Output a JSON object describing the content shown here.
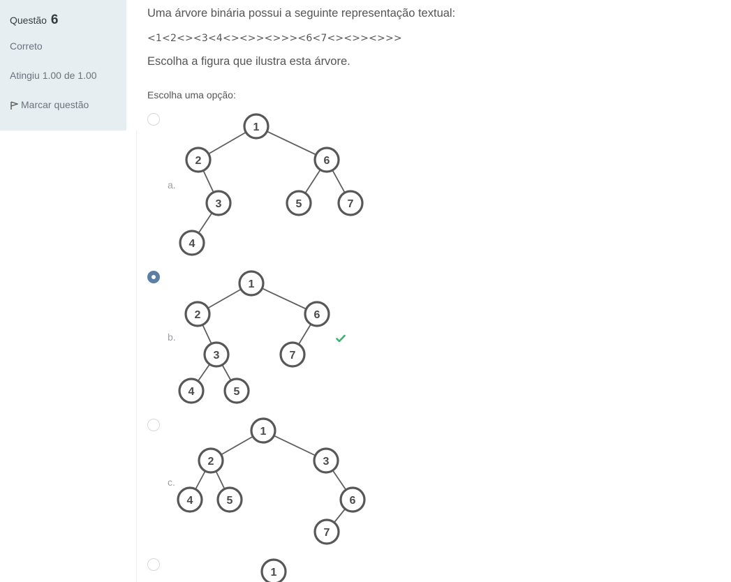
{
  "info": {
    "question_label": "Questão",
    "question_number": "6",
    "state": "Correto",
    "grade": "Atingiu 1.00 de 1.00",
    "flag_label": "Marcar questão"
  },
  "question": {
    "text": "Uma árvore binária possui a seguinte representação textual:",
    "notation": "<1<2<><3<4<><>><>>><6<7<><>><>>>",
    "instruction": "Escolha a figura que ilustra esta árvore.",
    "prompt": "Escolha uma opção:"
  },
  "options": [
    {
      "letter": "a.",
      "selected": false,
      "correct": false,
      "nodes": [
        {
          "id": "a1",
          "label": "1"
        },
        {
          "id": "a2",
          "label": "2"
        },
        {
          "id": "a6",
          "label": "6"
        },
        {
          "id": "a3",
          "label": "3"
        },
        {
          "id": "a5",
          "label": "5"
        },
        {
          "id": "a7",
          "label": "7"
        },
        {
          "id": "a4",
          "label": "4"
        }
      ]
    },
    {
      "letter": "b.",
      "selected": true,
      "correct": true,
      "nodes": [
        {
          "id": "b1",
          "label": "1"
        },
        {
          "id": "b2",
          "label": "2"
        },
        {
          "id": "b6",
          "label": "6"
        },
        {
          "id": "b3",
          "label": "3"
        },
        {
          "id": "b7",
          "label": "7"
        },
        {
          "id": "b4",
          "label": "4"
        },
        {
          "id": "b5",
          "label": "5"
        }
      ]
    },
    {
      "letter": "c.",
      "selected": false,
      "correct": false,
      "nodes": [
        {
          "id": "c1",
          "label": "1"
        },
        {
          "id": "c2",
          "label": "2"
        },
        {
          "id": "c3",
          "label": "3"
        },
        {
          "id": "c4",
          "label": "4"
        },
        {
          "id": "c5",
          "label": "5"
        },
        {
          "id": "c6",
          "label": "6"
        },
        {
          "id": "c7",
          "label": "7"
        }
      ]
    },
    {
      "letter": "",
      "selected": false,
      "correct": false,
      "nodes": [
        {
          "id": "d1",
          "label": "1"
        }
      ]
    }
  ],
  "colors": {
    "panel_bg": "#e7eef2",
    "selected_radio": "#5b7fa6",
    "check_green": "#3cb371"
  },
  "icons": {
    "flag": "flag-icon",
    "check": "check-icon"
  }
}
